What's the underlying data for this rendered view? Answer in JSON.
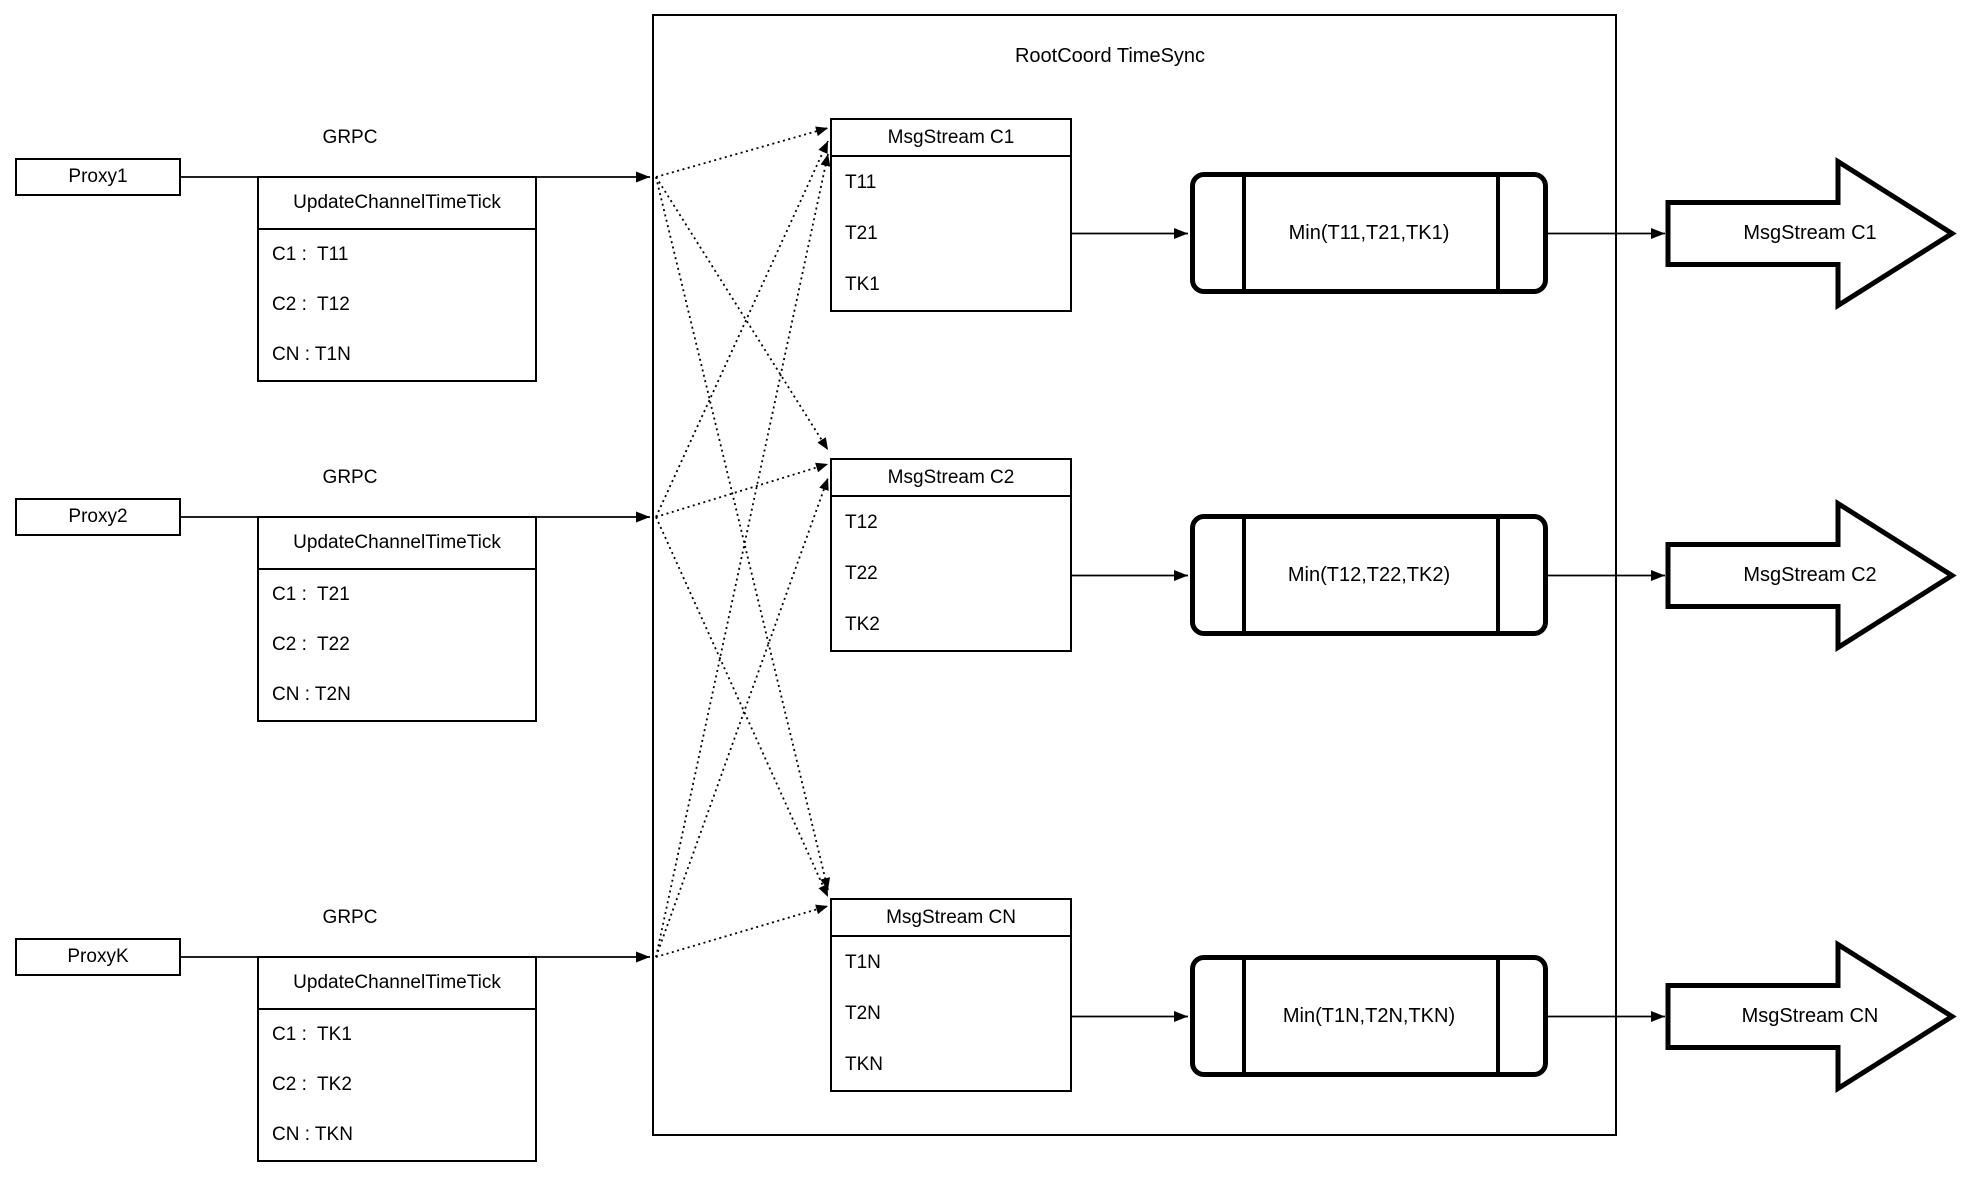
{
  "title": "RootCoord TimeSync",
  "colors": {
    "stroke": "#000000",
    "background": "#ffffff"
  },
  "rows": [
    {
      "proxy_label": "Proxy1",
      "grpc_label": "GRPC",
      "tick_table": {
        "header": "UpdateChannelTimeTick",
        "entries": [
          "C1 :  T11",
          "C2 :  T12",
          "CN : T1N"
        ]
      },
      "stream_table": {
        "header": "MsgStream C1",
        "entries": [
          "T11",
          "T21",
          "TK1"
        ]
      },
      "min_label": "Min(T11,T21,TK1)",
      "output_arrow_label": "MsgStream C1"
    },
    {
      "proxy_label": "Proxy2",
      "grpc_label": "GRPC",
      "tick_table": {
        "header": "UpdateChannelTimeTick",
        "entries": [
          "C1 :  T21",
          "C2 :  T22",
          "CN : T2N"
        ]
      },
      "stream_table": {
        "header": "MsgStream C2",
        "entries": [
          "T12",
          "T22",
          "TK2"
        ]
      },
      "min_label": "Min(T12,T22,TK2)",
      "output_arrow_label": "MsgStream C2"
    },
    {
      "proxy_label": "ProxyK",
      "grpc_label": "GRPC",
      "tick_table": {
        "header": "UpdateChannelTimeTick",
        "entries": [
          "C1 :  TK1",
          "C2 :  TK2",
          "CN : TKN"
        ]
      },
      "stream_table": {
        "header": "MsgStream CN",
        "entries": [
          "T1N",
          "T2N",
          "TKN"
        ]
      },
      "min_label": "Min(T1N,T2N,TKN)",
      "output_arrow_label": "MsgStream CN"
    }
  ]
}
